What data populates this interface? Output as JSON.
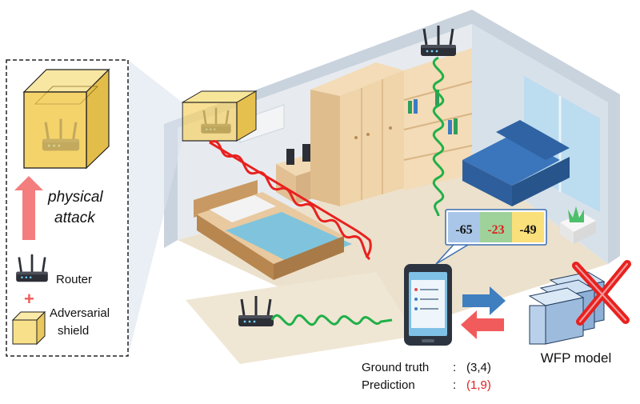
{
  "legend": {
    "attack_label_line1": "physical",
    "attack_label_line2": "attack",
    "router_label": "Router",
    "plus_sign": "+",
    "shield_label_line1": "Adversarial",
    "shield_label_line2": "shield"
  },
  "rssi": {
    "values": [
      "-65",
      "-23",
      "-49"
    ],
    "colors": [
      "#a9c6e8",
      "#9fd29a",
      "#fae07a"
    ],
    "text_colors": [
      "#111111",
      "#e02020",
      "#111111"
    ]
  },
  "model": {
    "label": "WFP model"
  },
  "result": {
    "ground_truth_label": "Ground truth",
    "ground_truth_sep": ":",
    "ground_truth_value": "(3,4)",
    "prediction_label": "Prediction",
    "prediction_sep": ":",
    "prediction_value": "(1,9)",
    "prediction_color": "#e02020"
  },
  "colors": {
    "attack_arrow": "#f47e7e",
    "signal_red": "#e8211f",
    "signal_green": "#20b048",
    "shield_fill": "#f5d36a",
    "arrow_blue": "#3f7fc0",
    "arrow_red": "#f25b5b",
    "cross_red": "#e8211f"
  },
  "icons": [
    "router-icon",
    "adversarial-shield-icon",
    "smartphone-icon",
    "wfp-model-icon",
    "cross-icon",
    "upward-arrow-icon"
  ]
}
